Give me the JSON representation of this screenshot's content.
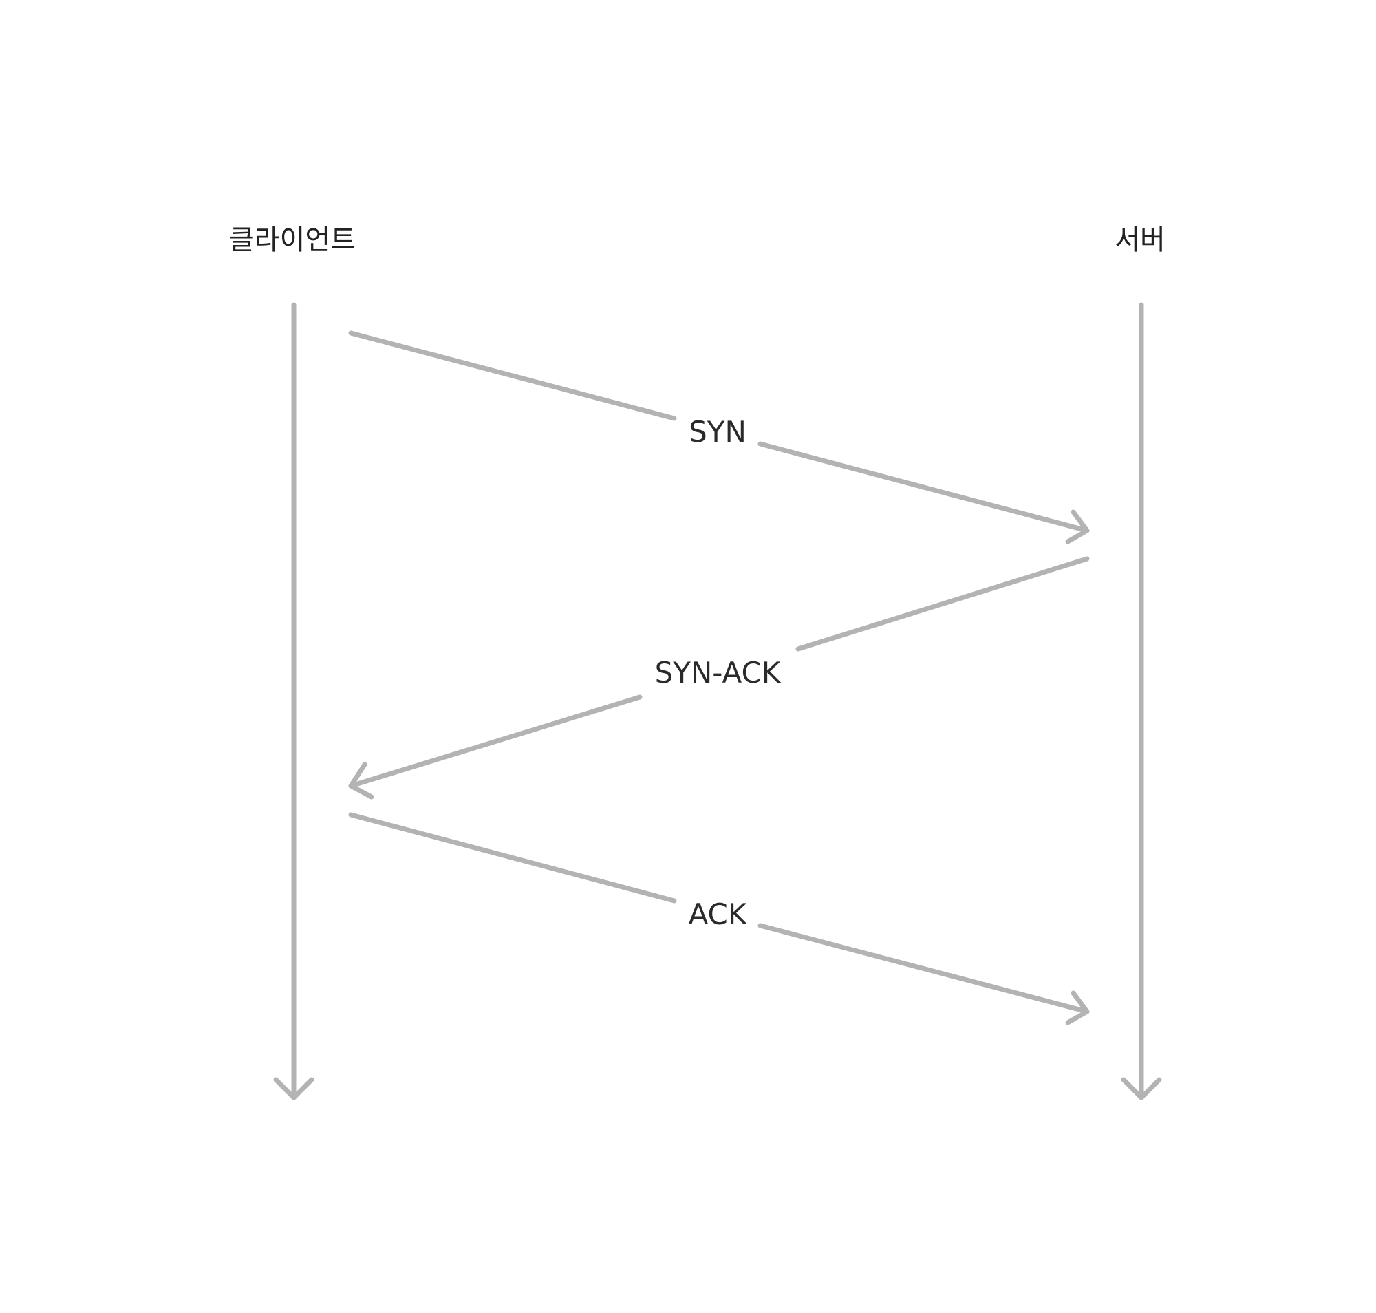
{
  "participants": {
    "left": "클라이언트",
    "right": "서버"
  },
  "messages": [
    {
      "label": "SYN",
      "direction": "client-to-server"
    },
    {
      "label": "SYN-ACK",
      "direction": "server-to-client"
    },
    {
      "label": "ACK",
      "direction": "client-to-server"
    }
  ],
  "colors": {
    "line": "#b3b3b3",
    "text": "#222222",
    "background": "#ffffff"
  }
}
